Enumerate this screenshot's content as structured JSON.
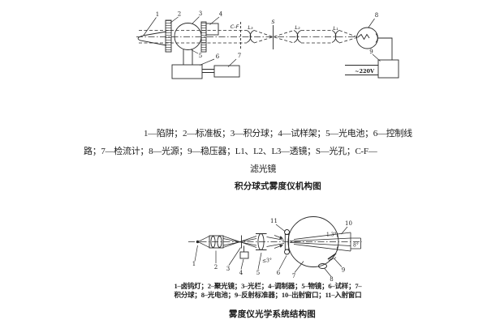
{
  "page": {
    "background": "#ffffff",
    "ink": "#222222"
  },
  "figure_top": {
    "caption": "积分球式雾度仪机构图",
    "legend": {
      "line1": "1—陷阱；2—标准板；3—积分球；4—试样架；5—光电池；6—控制线",
      "line2": "路；7—检流计；8—光源；9—稳压器；L1、L2、L3—透镜；S—光孔；C-F—",
      "line3": "滤光镜"
    },
    "labels": {
      "n1": "1",
      "n2": "2",
      "n3": "3",
      "n4": "4",
      "n5": "5",
      "n6": "6",
      "n7": "7",
      "n8": "8",
      "n9": "9",
      "cf": "C-F",
      "l3": "L₃",
      "s": "S",
      "l2": "L₂",
      "l1": "L₁",
      "voltage": "~220V"
    }
  },
  "figure_bottom": {
    "caption": "雾度仪光学系统结构图",
    "legend": {
      "line1": "1–卤钨灯；2–聚光镜；3–光栏；4–调制器；5–物镜；6–试样；7–",
      "line2": "积分球；8–光电池；9–反射标准器；10–出射窗口；11–入射窗口"
    },
    "labels": {
      "n1": "1",
      "n2": "2",
      "n3": "3",
      "n4": "4",
      "n5": "5",
      "n6": "6",
      "n7": "7",
      "n8": "8",
      "n9": "9",
      "n10": "10",
      "n11": "11",
      "angle_max": "≤3°",
      "angle_inner": "1.3°",
      "angle_outer": "8°"
    }
  }
}
